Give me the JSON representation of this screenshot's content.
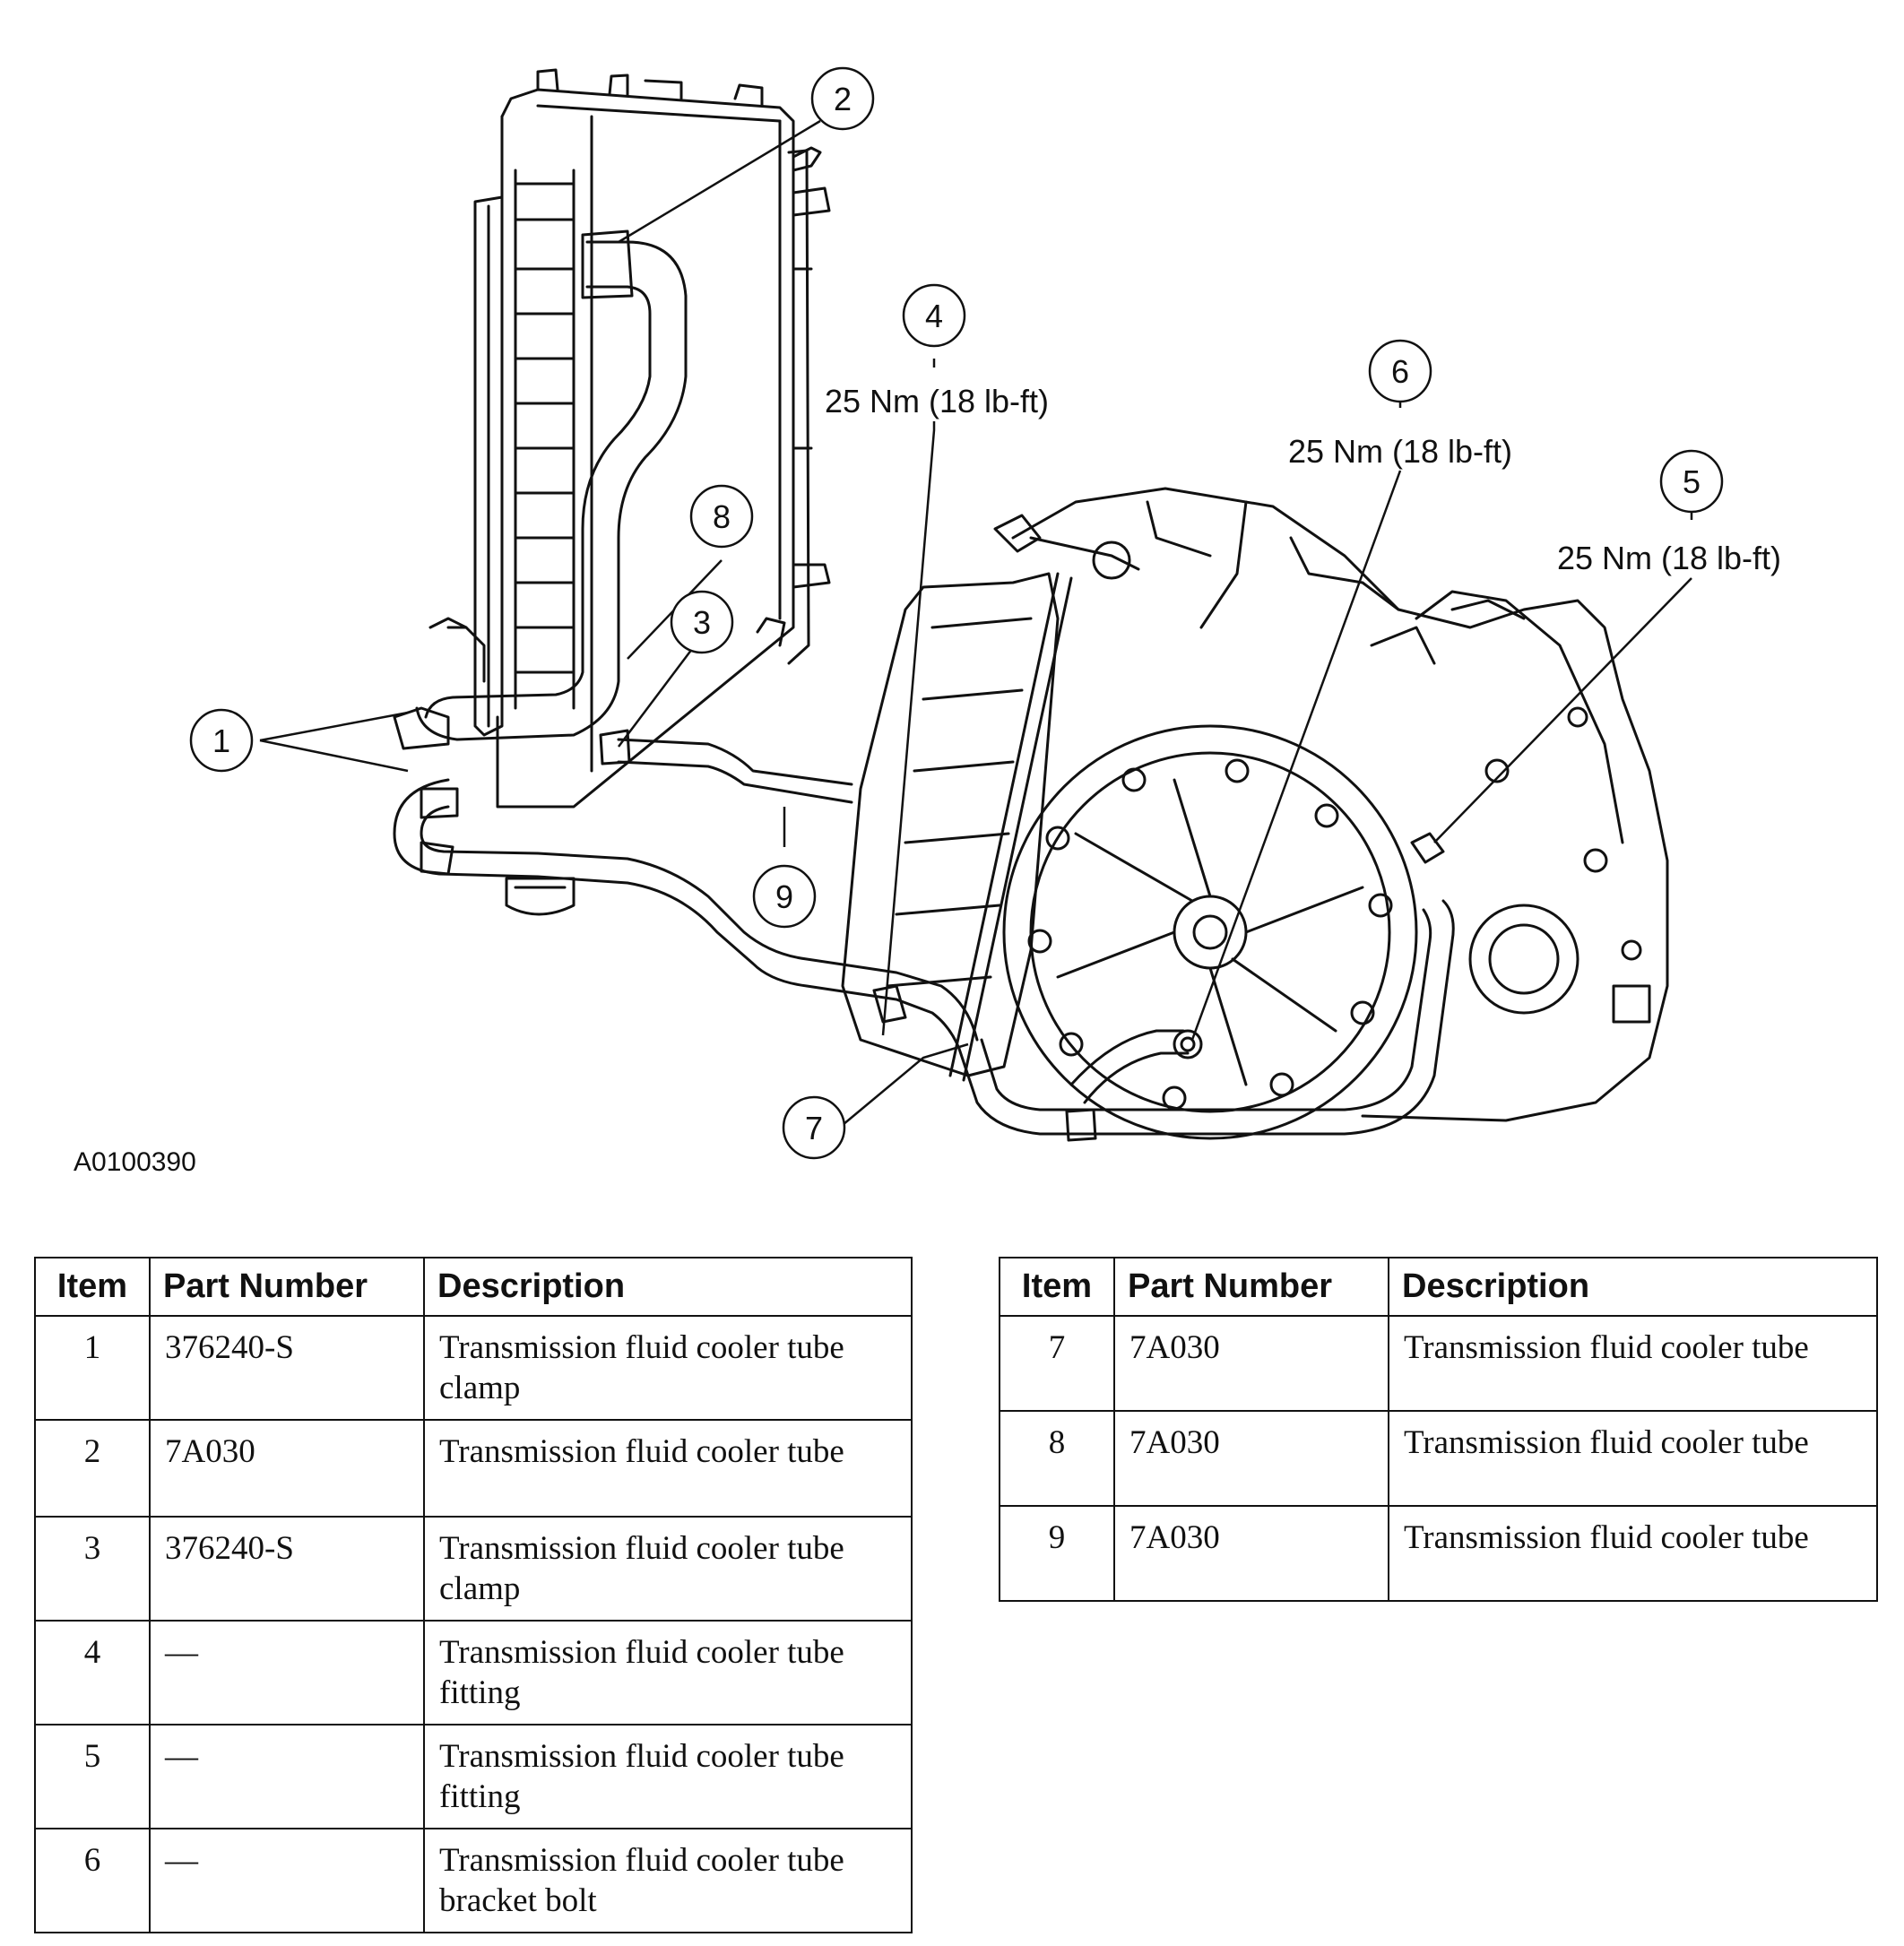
{
  "figure_id": "A0100390",
  "callouts": [
    {
      "num": "1"
    },
    {
      "num": "2"
    },
    {
      "num": "3"
    },
    {
      "num": "4",
      "torque": "25 Nm (18 lb-ft)"
    },
    {
      "num": "5",
      "torque": "25 Nm (18 lb-ft)"
    },
    {
      "num": "6",
      "torque": "25 Nm (18 lb-ft)"
    },
    {
      "num": "7"
    },
    {
      "num": "8"
    },
    {
      "num": "9"
    }
  ],
  "table_headers": {
    "item": "Item",
    "part_number": "Part Number",
    "description": "Description"
  },
  "parts_left": [
    {
      "item": "1",
      "part": "376240-S",
      "desc": "Transmission fluid cooler tube clamp"
    },
    {
      "item": "2",
      "part": "7A030",
      "desc": "Transmission fluid cooler tube"
    },
    {
      "item": "3",
      "part": "376240-S",
      "desc": "Transmission fluid cooler tube clamp"
    },
    {
      "item": "4",
      "part": "—",
      "desc": "Transmission fluid cooler tube fitting"
    },
    {
      "item": "5",
      "part": "—",
      "desc": "Transmission fluid cooler tube fitting"
    },
    {
      "item": "6",
      "part": "—",
      "desc": "Transmission fluid cooler tube bracket bolt"
    }
  ],
  "parts_right": [
    {
      "item": "7",
      "part": "7A030",
      "desc": "Transmission fluid cooler tube"
    },
    {
      "item": "8",
      "part": "7A030",
      "desc": "Transmission fluid cooler tube"
    },
    {
      "item": "9",
      "part": "7A030",
      "desc": "Transmission fluid cooler tube"
    }
  ]
}
